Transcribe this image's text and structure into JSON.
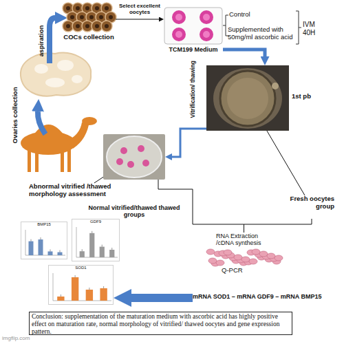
{
  "diagram": {
    "nodes": [
      {
        "text": [
          "COCs collection"
        ]
      },
      {
        "text": [
          "TCM199 Medium"
        ]
      },
      {
        "text": [
          "1st pb"
        ]
      },
      {
        "text": [
          "Normal vitrified/thawed thawed groups"
        ]
      },
      {
        "text": [
          "Abnormal vitrified /thawed morphology assessment"
        ]
      },
      {
        "text": [
          "Fresh oocytes group"
        ]
      },
      {
        "text": [
          "RNA Extraction /cDNA synthesis",
          "Q-PCR"
        ]
      },
      {
        "text": [
          "mRNA SOD1 – mRNA GDF9 – mRNA BMP15"
        ]
      },
      {
        "text": [
          "BMP15"
        ]
      },
      {
        "text": [
          "GDF9"
        ]
      },
      {
        "text": [
          "SOD1"
        ]
      },
      {
        "text": [
          "Conclusion: supplementation of the maturation medium with ascorbic acid has highly positive effect on maturation rate, normal morphology of vitrified/ thawed oocytes and gene expression pattern."
        ]
      }
    ],
    "edges": [
      {
        "from": 0,
        "to": 1,
        "label": "Select excellent oocytes",
        "arrow": "to"
      },
      {
        "from": 1,
        "to": 2,
        "arrow": "to"
      },
      {
        "from": 2,
        "to": 3,
        "label": "Vitrification/ thawing",
        "arrow": "to"
      },
      {
        "from": 3,
        "to": 4,
        "arrow": "none"
      },
      {
        "from": 2,
        "to": 5,
        "arrow": "none"
      },
      {
        "from": 3,
        "to": 6,
        "arrow": "none"
      },
      {
        "from": 5,
        "to": 6,
        "arrow": "none"
      },
      {
        "from": 7,
        "to": 10,
        "arrow": "to"
      }
    ],
    "labels": [
      "Ovaries collection",
      "aspiration",
      "Control",
      "Supplemented with 50mg/ml ascorbic acid",
      "IVM 40H",
      "imgflip.com"
    ]
  }
}
